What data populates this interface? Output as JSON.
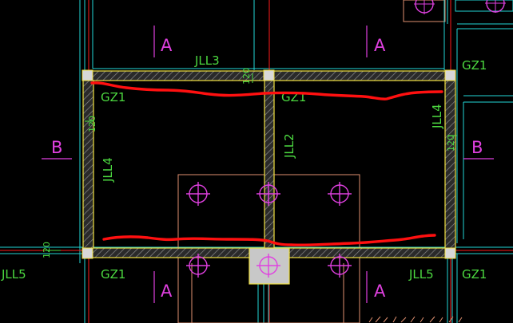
{
  "drawing": {
    "colors": {
      "background": "#000000",
      "axis_line": "#ff1a1a",
      "wall_outline": "#f0e040",
      "grid_line": "#22d6d6",
      "green_label": "#4cd940",
      "magenta_mark": "#e040e0",
      "markup_stroke": "#ff1010",
      "cap_outline": "#e09070",
      "column_fill": "#c8c8c8"
    },
    "labels": {
      "beam_top": "JLL3",
      "beam_center": "JLL2",
      "beam_left": "JLL4",
      "beam_right": "JLL4",
      "beam_bottom_left": "JLL5",
      "beam_bottom_right": "JLL5",
      "col_tl": "GZ1",
      "col_tr": "GZ1",
      "col_right_top": "GZ1",
      "col_bl": "GZ1",
      "col_br": "GZ1",
      "dim_top": "120",
      "dim_left": "120",
      "dim_right": "120",
      "dim_bottom": "120"
    },
    "section_marks": {
      "top_left": "A",
      "top_right": "A",
      "bottom_left": "A",
      "bottom_right": "A",
      "left": "B",
      "right": "B"
    }
  }
}
